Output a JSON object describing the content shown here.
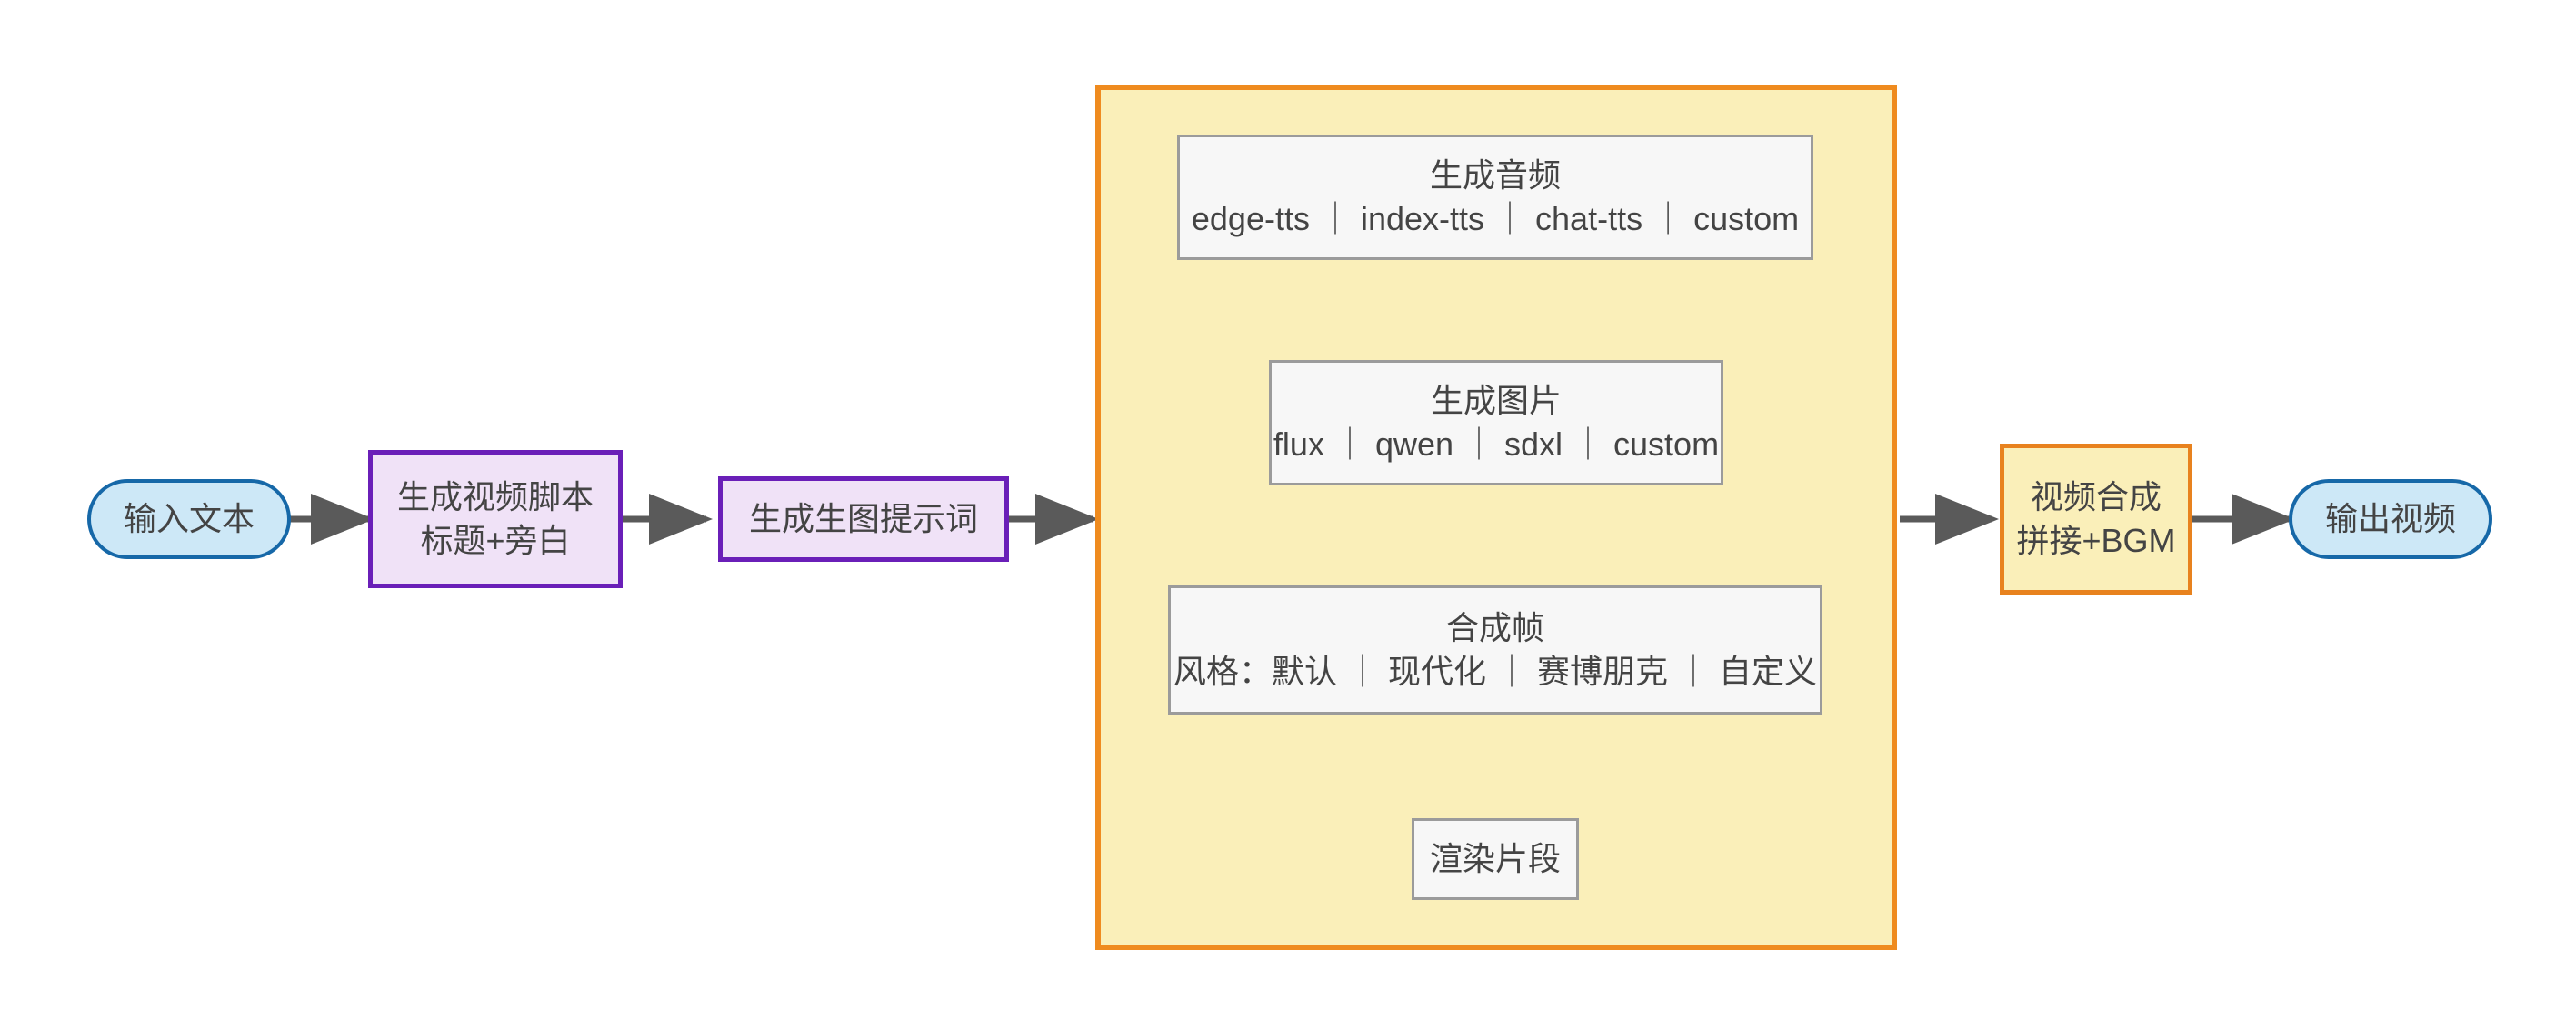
{
  "diagram": {
    "type": "flowchart",
    "direction": "left-to-right",
    "title": "",
    "background_color": "#ffffff",
    "colors": {
      "terminal_fill": "#cde8f7",
      "terminal_border": "#1668a8",
      "process_fill": "#f0e2f7",
      "process_border": "#6a1fb8",
      "highlight_fill": "#faefb9",
      "highlight_border": "#e8821e",
      "subgraph_fill": "#faefb9",
      "subgraph_border": "#ef8b1f",
      "plain_fill": "#f7f7f7",
      "plain_border": "#9b9b9b",
      "edge": "#5a5a5a",
      "text": "#444444"
    }
  },
  "nodes": {
    "input_text": {
      "label": "输入文本",
      "shape": "stadium"
    },
    "gen_script": {
      "line1": "生成视频脚本",
      "line2": "标题+旁白",
      "shape": "rect"
    },
    "gen_prompt": {
      "label": "生成生图提示词",
      "shape": "rect"
    },
    "gen_audio": {
      "line1": "生成音频",
      "line2": "edge-tts ｜ index-tts ｜ chat-tts ｜ custom",
      "shape": "rect"
    },
    "gen_image": {
      "line1": "生成图片",
      "line2": "flux ｜ qwen ｜ sdxl ｜ custom",
      "shape": "rect"
    },
    "compose_frame": {
      "line1": "合成帧",
      "line2": "风格：默认 ｜ 现代化 ｜ 赛博朋克 ｜ 自定义",
      "shape": "rect"
    },
    "render_clip": {
      "label": "渲染片段",
      "shape": "rect"
    },
    "video_merge": {
      "line1": "视频合成",
      "line2": "拼接+BGM",
      "shape": "rect"
    },
    "output_video": {
      "label": "输出视频",
      "shape": "stadium"
    }
  },
  "subgraph": {
    "label": "",
    "members": [
      "gen_audio",
      "gen_image",
      "compose_frame",
      "render_clip"
    ]
  },
  "edges": [
    {
      "from": "input_text",
      "to": "gen_script",
      "label": ""
    },
    {
      "from": "gen_script",
      "to": "gen_prompt",
      "label": ""
    },
    {
      "from": "gen_prompt",
      "to": "subgraph",
      "label": ""
    },
    {
      "from": "gen_audio",
      "to": "gen_image",
      "label": ""
    },
    {
      "from": "gen_image",
      "to": "compose_frame",
      "label": ""
    },
    {
      "from": "compose_frame",
      "to": "render_clip",
      "label": ""
    },
    {
      "from": "subgraph",
      "to": "video_merge",
      "label": ""
    },
    {
      "from": "video_merge",
      "to": "output_video",
      "label": ""
    }
  ]
}
